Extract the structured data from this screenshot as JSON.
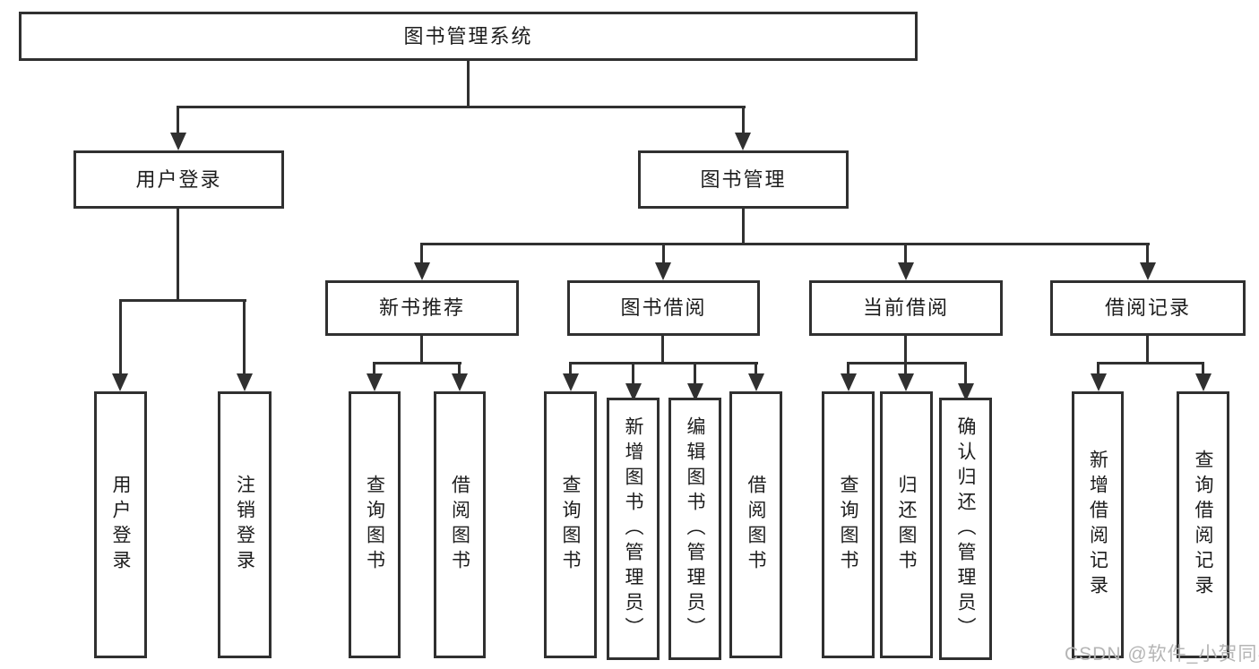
{
  "diagram_type": "hierarchy-tree",
  "colors": {
    "line": "#303030",
    "text": "#1d1d1d",
    "background": "#ffffff",
    "watermark": "#b5b5b5"
  },
  "watermark": {
    "text": "CSDN @软件_小贺同学"
  },
  "tree": {
    "label": "图书管理系统",
    "children": [
      {
        "label": "用户登录",
        "children": [
          {
            "label": "用户登录"
          },
          {
            "label": "注销登录"
          }
        ]
      },
      {
        "label": "图书管理",
        "children": [
          {
            "label": "新书推荐",
            "children": [
              {
                "label": "查询图书"
              },
              {
                "label": "借阅图书"
              }
            ]
          },
          {
            "label": "图书借阅",
            "children": [
              {
                "label": "查询图书"
              },
              {
                "label": "新增图书（管理员）"
              },
              {
                "label": "编辑图书（管理员）"
              },
              {
                "label": "借阅图书"
              }
            ]
          },
          {
            "label": "当前借阅",
            "children": [
              {
                "label": "查询图书"
              },
              {
                "label": "归还图书"
              },
              {
                "label": "确认归还（管理员）"
              }
            ]
          },
          {
            "label": "借阅记录",
            "children": [
              {
                "label": "新增借阅记录"
              },
              {
                "label": "查询借阅记录"
              }
            ]
          }
        ]
      }
    ]
  }
}
